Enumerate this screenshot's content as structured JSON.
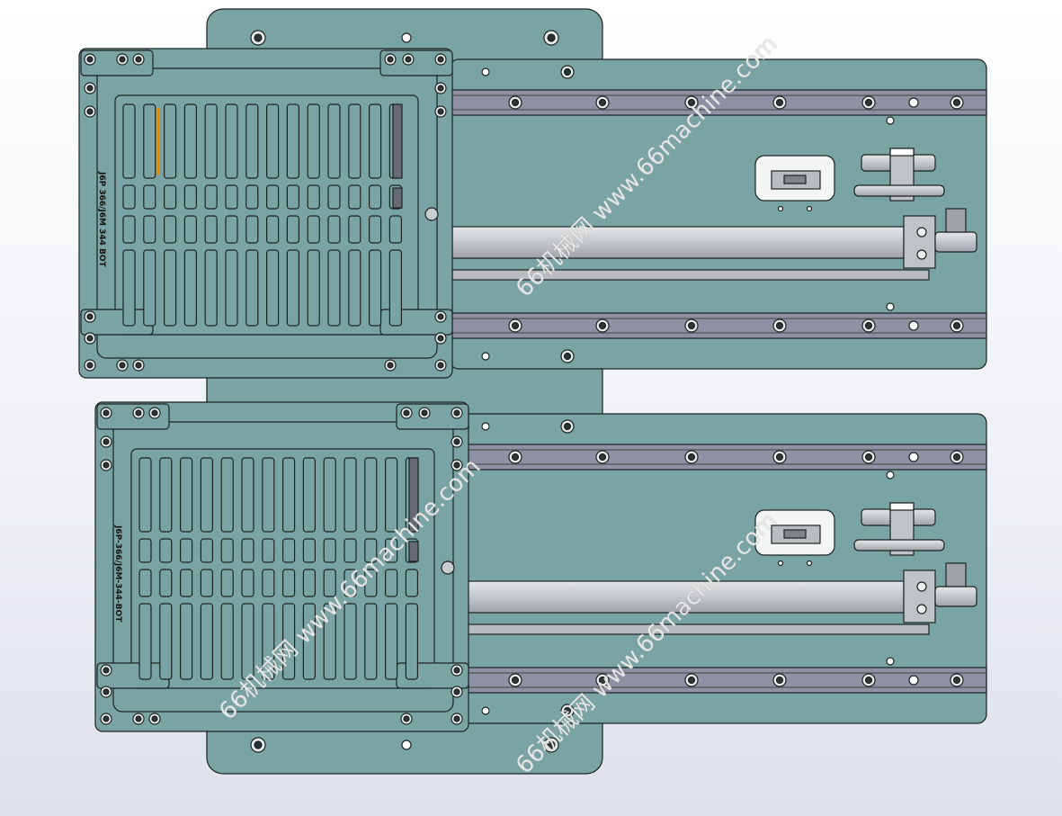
{
  "trays": [
    {
      "label": "J6P 366/J6M 344 BOT"
    },
    {
      "label": "J6P-366/J6M-344-BOT"
    }
  ],
  "watermark": {
    "cn": "66机械网",
    "url": "www.66machine.com"
  },
  "colors": {
    "plate": "#7aa4a4",
    "rail": "#8d91a3",
    "cylinder": "#c9cccf",
    "highlight": "#f08a00",
    "outline": "#1b2222"
  }
}
